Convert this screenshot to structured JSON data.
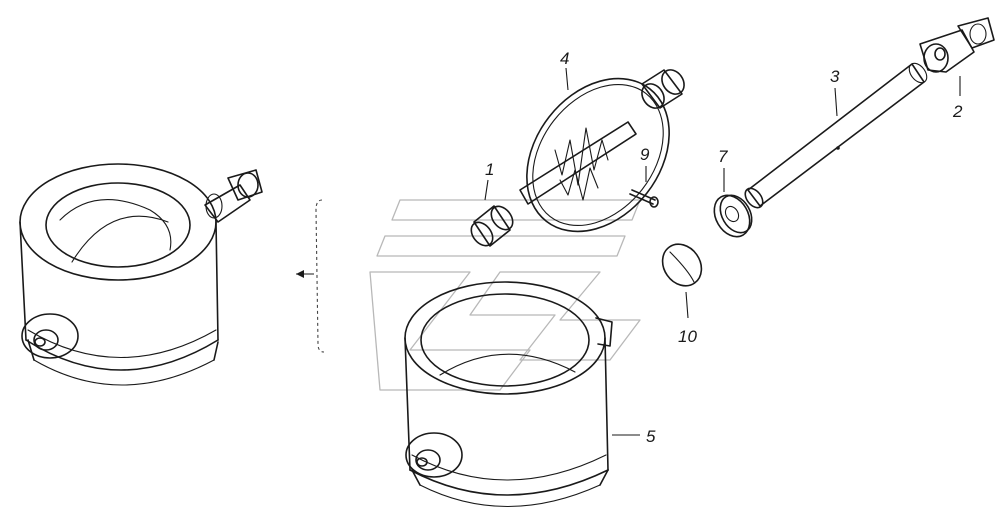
{
  "callouts": [
    {
      "id": "c1",
      "text": "1"
    },
    {
      "id": "c2",
      "text": "2"
    },
    {
      "id": "c3",
      "text": "3"
    },
    {
      "id": "c4",
      "text": "4"
    },
    {
      "id": "c5",
      "text": "5"
    },
    {
      "id": "c7",
      "text": "7"
    },
    {
      "id": "c9",
      "text": "9"
    },
    {
      "id": "c10",
      "text": "10"
    }
  ]
}
